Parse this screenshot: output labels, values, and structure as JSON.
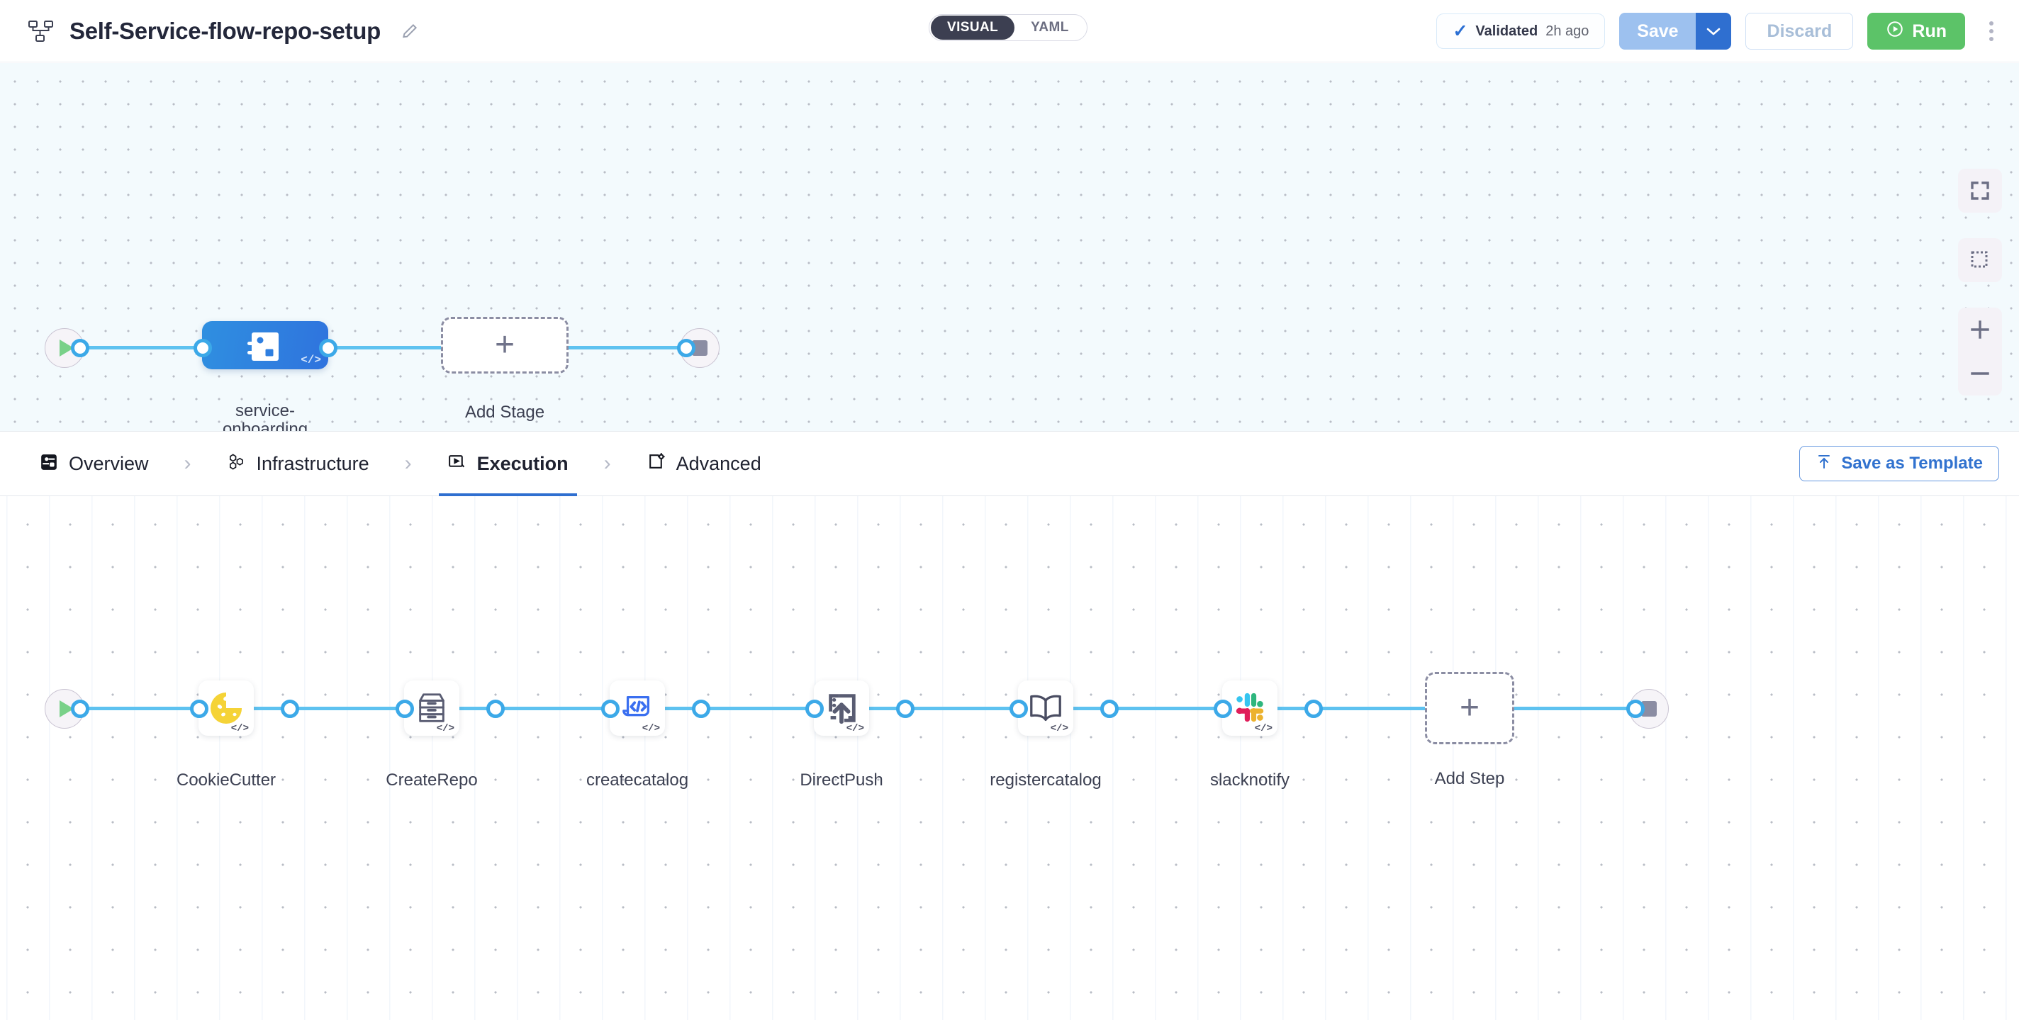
{
  "header": {
    "pipeline_icon": "pipeline-hierarchy-icon",
    "title": "Self-Service-flow-repo-setup",
    "edit_icon": "pencil-icon",
    "view_toggle": {
      "options": [
        "VISUAL",
        "YAML"
      ],
      "selected": "VISUAL"
    },
    "validated": {
      "icon": "check-icon",
      "label": "Validated",
      "time": "2h ago"
    },
    "save_label": "Save",
    "save_caret_icon": "chevron-down-icon",
    "discard_label": "Discard",
    "run_label": "Run",
    "run_icon": "play-circle-icon",
    "more_icon": "kebab-menu-icon"
  },
  "stage_canvas": {
    "start_icon": "play-icon",
    "end_icon": "stop-icon",
    "nodes": [
      {
        "name": "service-onboarding",
        "caption": "service-\nonboarding",
        "icon": "stage-hierarchy-icon",
        "badge": "</>",
        "selected": true
      }
    ],
    "add_stage": {
      "label": "Add Stage",
      "icon": "plus-icon"
    }
  },
  "canvas_tools": [
    {
      "name": "fit-to-screen",
      "icon": "fit-screen-icon"
    },
    {
      "name": "marquee-select",
      "icon": "selection-box-icon"
    },
    {
      "name": "zoom-in",
      "icon": "plus-icon"
    },
    {
      "name": "zoom-out",
      "icon": "minus-icon"
    }
  ],
  "tabs": {
    "items": [
      {
        "label": "Overview",
        "icon": "overview-icon",
        "active": false
      },
      {
        "label": "Infrastructure",
        "icon": "infrastructure-icon",
        "active": false
      },
      {
        "label": "Execution",
        "icon": "execution-icon",
        "active": true
      },
      {
        "label": "Advanced",
        "icon": "advanced-icon",
        "active": false
      }
    ],
    "separator": "›",
    "save_as_template": {
      "label": "Save as Template",
      "icon": "upload-icon"
    }
  },
  "step_canvas": {
    "start_icon": "play-icon",
    "end_icon": "stop-icon",
    "steps": [
      {
        "name": "CookieCutter",
        "icon": "cookie-icon",
        "badge": "</>"
      },
      {
        "name": "CreateRepo",
        "icon": "drawers-icon",
        "badge": "</>"
      },
      {
        "name": "createcatalog",
        "icon": "laptop-code-icon",
        "badge": "</>"
      },
      {
        "name": "DirectPush",
        "icon": "push-upload-icon",
        "badge": "</>"
      },
      {
        "name": "registercatalog",
        "icon": "open-book-icon",
        "badge": "</>"
      },
      {
        "name": "slacknotify",
        "icon": "slack-icon",
        "badge": "</>"
      }
    ],
    "add_step": {
      "label": "Add Step",
      "icon": "plus-icon"
    }
  },
  "colors": {
    "accent_blue": "#2f6fd0",
    "connector_blue": "#5ec2f0",
    "run_green": "#5cc368",
    "stage_node_blue": "#2f73de",
    "canvas_top_bg": "#f3fafd",
    "canvas_bottom_bg": "#ffffff"
  }
}
